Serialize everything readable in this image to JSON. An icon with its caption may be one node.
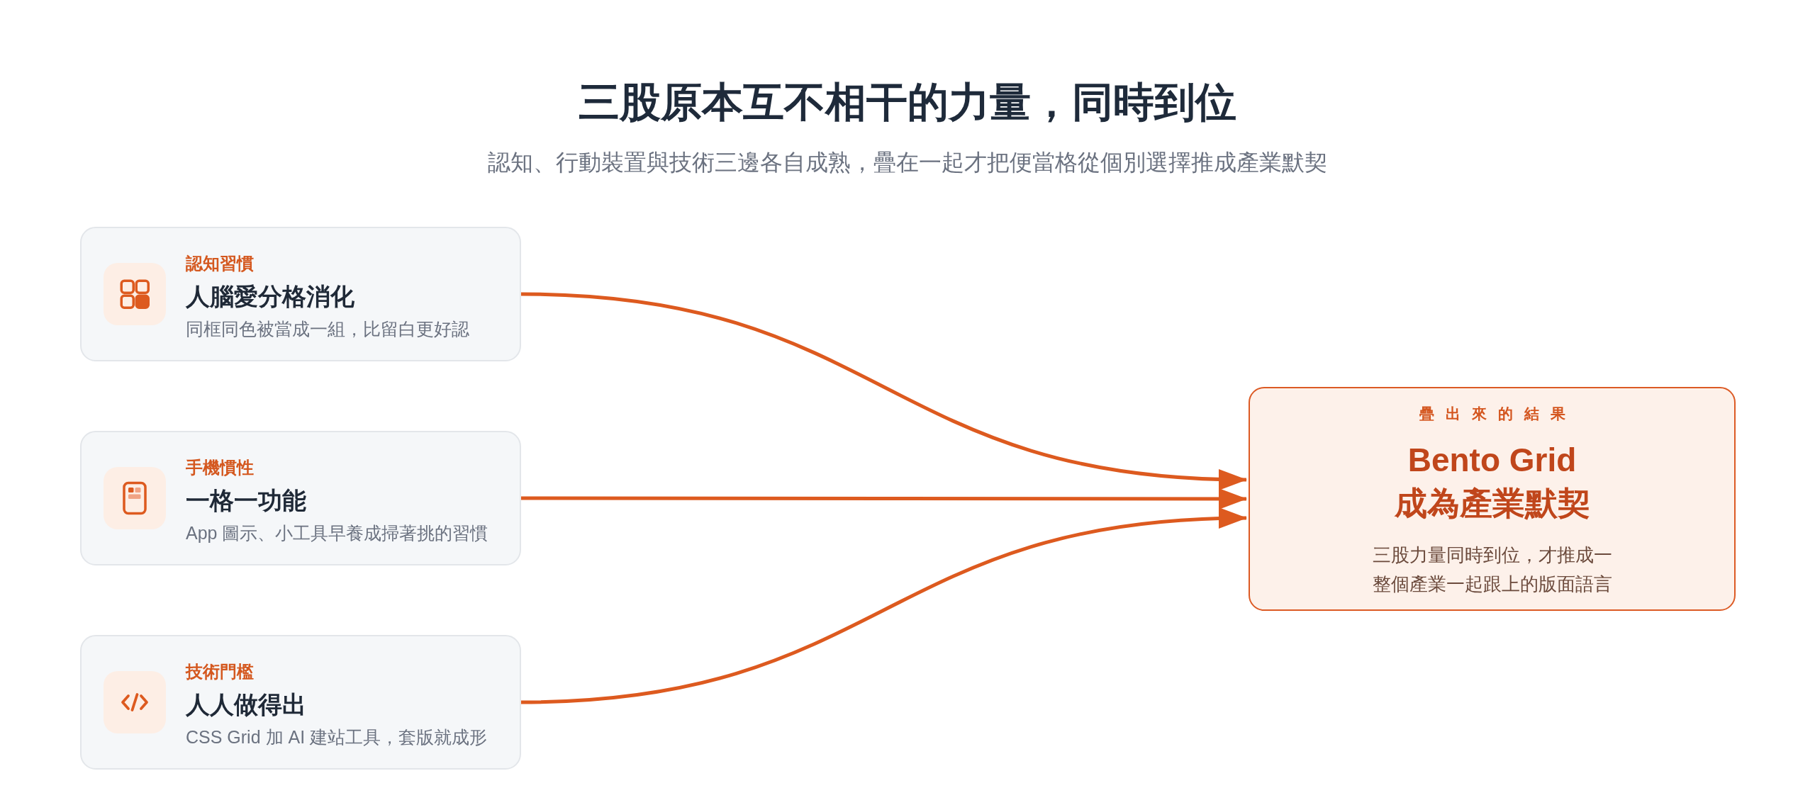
{
  "diagram": {
    "title": "三股原本互不相干的力量，同時到位",
    "nodes": [
      {
        "text": [
          "認知習慣",
          "人腦愛分格消化",
          "同框同色被當成一組，比留白更好認"
        ]
      },
      {
        "text": [
          "手機慣性",
          "一格一功能",
          "App 圖示、小工具早養成掃著挑的習慣"
        ]
      },
      {
        "text": [
          "技術門檻",
          "人人做得出",
          "CSS Grid 加 AI 建站工具，套版就成形"
        ]
      },
      {
        "text": [
          "疊出來的結果",
          "Bento Grid 成為產業默契",
          "三股力量同時到位，才推成一整個產業一起跟上的版面語言"
        ]
      }
    ],
    "edges": [
      {
        "from": 0,
        "to": 3,
        "arrow": "to"
      },
      {
        "from": 1,
        "to": 3,
        "arrow": "to"
      },
      {
        "from": 2,
        "to": 3,
        "arrow": "to"
      }
    ],
    "labels": [
      "認知、行動裝置與技術三邊各自成熟，疊在一起才把便當格從個別選擇推成產業默契"
    ]
  }
}
